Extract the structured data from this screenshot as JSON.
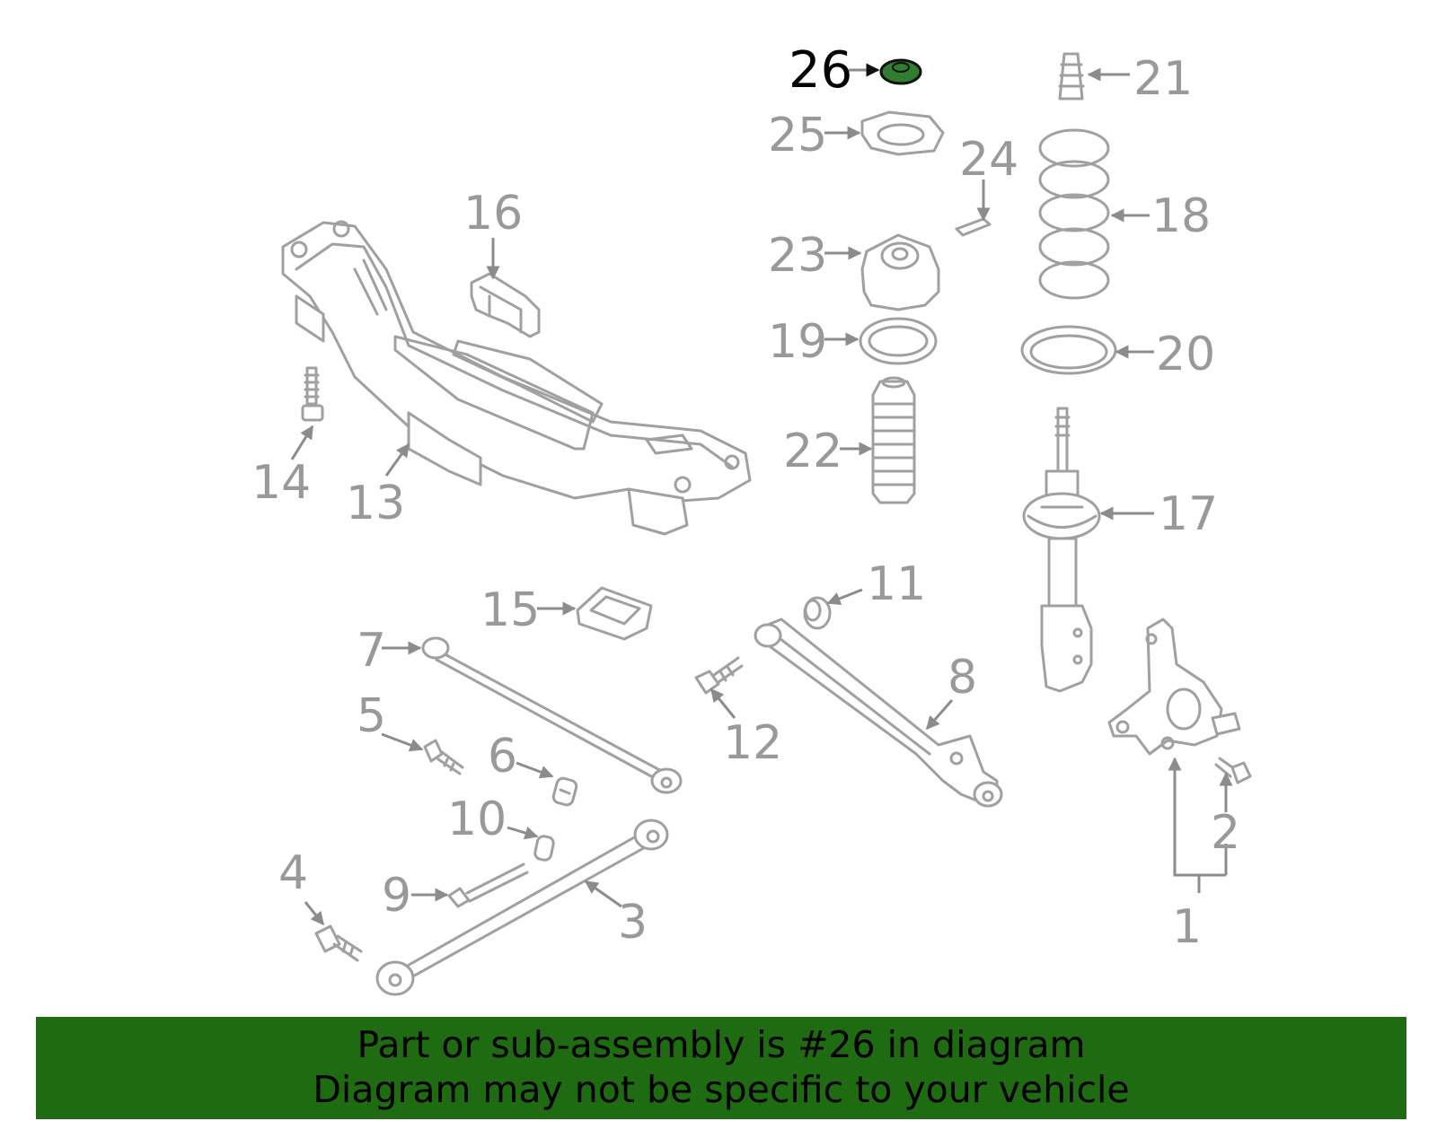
{
  "diagram": {
    "highlighted_part": "26",
    "highlight_color": "#2f7d2f",
    "part_color": "#a0a0a0",
    "callouts": [
      "1",
      "2",
      "3",
      "4",
      "5",
      "6",
      "7",
      "8",
      "9",
      "10",
      "11",
      "12",
      "13",
      "14",
      "15",
      "16",
      "17",
      "18",
      "19",
      "20",
      "21",
      "22",
      "23",
      "24",
      "25",
      "26"
    ]
  },
  "banner": {
    "line1": "Part or sub-assembly is #26 in diagram",
    "line2": "Diagram may not be specific to your vehicle",
    "background": "#1e6b12"
  }
}
